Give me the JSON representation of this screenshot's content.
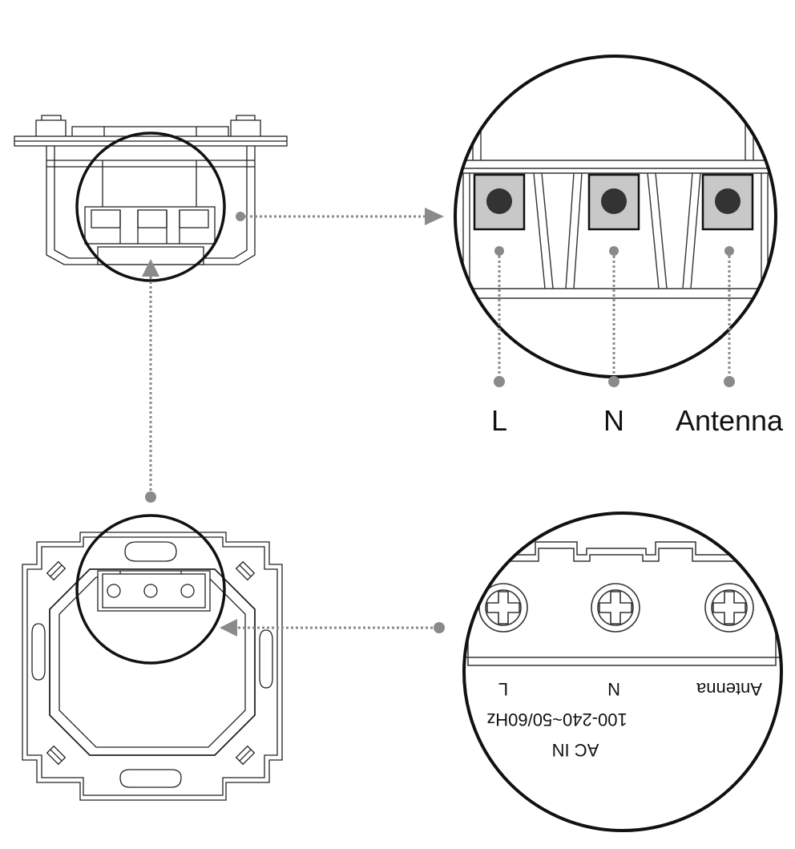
{
  "terminal_labels": {
    "live": "L",
    "neutral": "N",
    "antenna": "Antenna"
  },
  "rear_label": {
    "antenna": "Antenna",
    "neutral": "N",
    "live": "L",
    "voltage_rating": "100-240~50/60Hz",
    "input_label": "AC IN"
  },
  "colors": {
    "line": "#1a1a1a",
    "connector_dot": "#8a8a8a",
    "terminal_fill": "#c8c8c8",
    "terminal_screw": "#333333"
  }
}
